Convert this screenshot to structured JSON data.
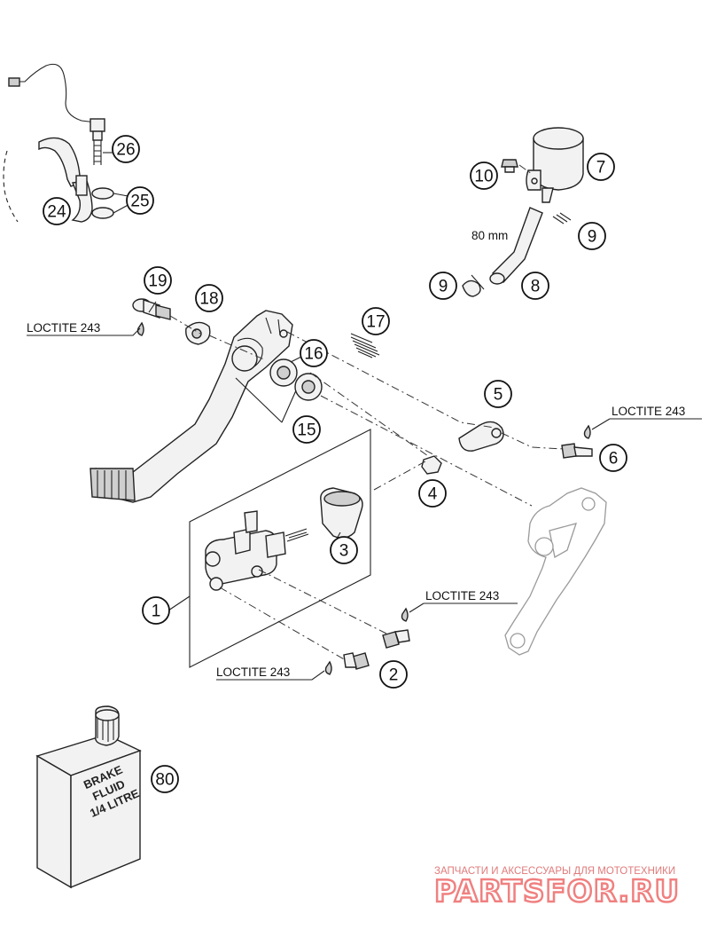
{
  "callouts": [
    "1",
    "2",
    "3",
    "4",
    "5",
    "6",
    "7",
    "8",
    "9",
    "9",
    "10",
    "15",
    "16",
    "17",
    "18",
    "19",
    "24",
    "25",
    "26",
    "80"
  ],
  "loctite_label": "LOCTITE 243",
  "hose_length_label": "80 mm",
  "fluid_can": {
    "line1": "BRAKE",
    "line2": "FLUID",
    "line3": "1/4 LITRE"
  },
  "watermark": {
    "tagline": "ЗАПЧАСТИ И АКСЕССУАРЫ ДЛЯ МОТОТЕХНИКИ",
    "brand": "PARTSFOR.RU"
  }
}
